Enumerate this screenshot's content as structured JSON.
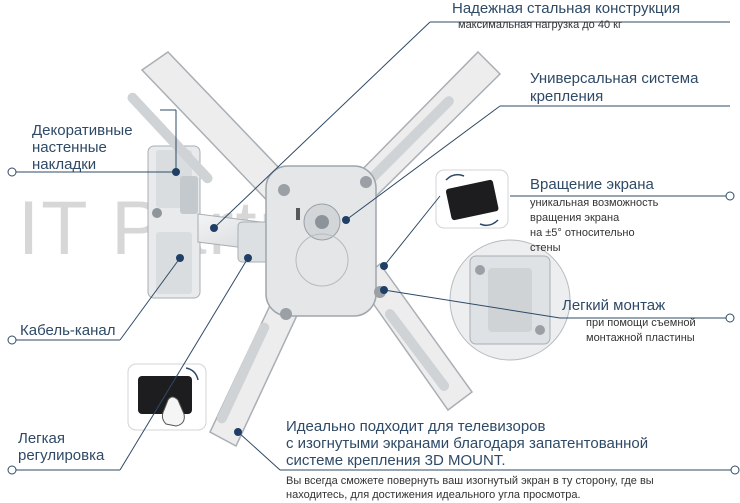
{
  "watermark": "IT Partner",
  "top_title": "Надежная стальная конструкция",
  "top_sub": "максимальная нагрузка до 40 кг",
  "universal": [
    "Универсальная система",
    "крепления"
  ],
  "decorative": [
    "Декоративные",
    "настенные",
    "накладки"
  ],
  "rotation_title": "Вращение экрана",
  "rotation_sub": [
    "уникальная возможность",
    "вращения экрана",
    "на ±5° относительно",
    "стены"
  ],
  "install_title": "Легкий монтаж",
  "install_sub": [
    "при помощи съемной",
    "монтажной пластины"
  ],
  "cable": "Кабель-канал",
  "adjust": [
    "Легкая",
    "регулировка"
  ],
  "curved": [
    "Идеально подходит для телевизоров",
    "с изогнутыми экранами благодаря запатентованной",
    "системе крепления 3D MOUNT."
  ],
  "curved_sub": [
    "Вы всегда сможете повернуть ваш изогнутый экран в ту сторону, где вы",
    "находитесь, для достижения идеального угла просмотра."
  ],
  "colors": {
    "text": "#2f4a66",
    "bullet": "#1f3f66",
    "mount": "#e6e8ea",
    "mount_edge": "#aab0b5"
  }
}
